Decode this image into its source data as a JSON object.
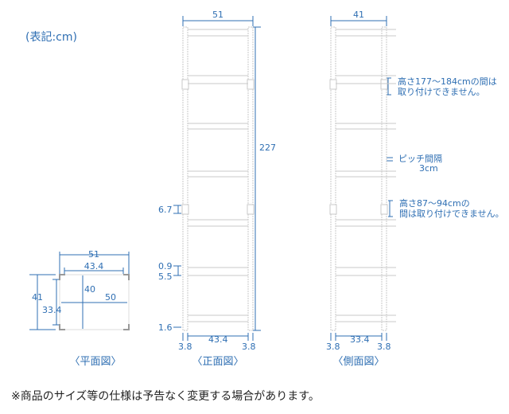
{
  "unit_label": "(表記:cm)",
  "plan": {
    "caption": "〈平面図〉",
    "width_outer": "51",
    "width_inner": "43.4",
    "depth_outer": "41",
    "depth_inner": "33.4",
    "center_depth": "40",
    "center_width": "50"
  },
  "front": {
    "caption": "〈正面図〉",
    "width": "51",
    "height": "227",
    "connector": "6.7",
    "gap1": "0.9",
    "gap2": "5.5",
    "bottom": "1.6",
    "post_left": "3.8",
    "inner": "43.4",
    "post_right": "3.8"
  },
  "side": {
    "caption": "〈側面図〉",
    "width": "41",
    "note1_l1": "高さ177〜184cmの間は",
    "note1_l2": "取り付けできません。",
    "pitch_l1": "ピッチ間隔",
    "pitch_l2": "3cm",
    "note2_l1": "高さ87〜94cmの",
    "note2_l2": "間は取り付けできません。",
    "post_left": "3.8",
    "inner": "33.4",
    "post_right": "3.8"
  },
  "footnote": "※商品のサイズ等の仕様は予告なく変更する場合があります。"
}
